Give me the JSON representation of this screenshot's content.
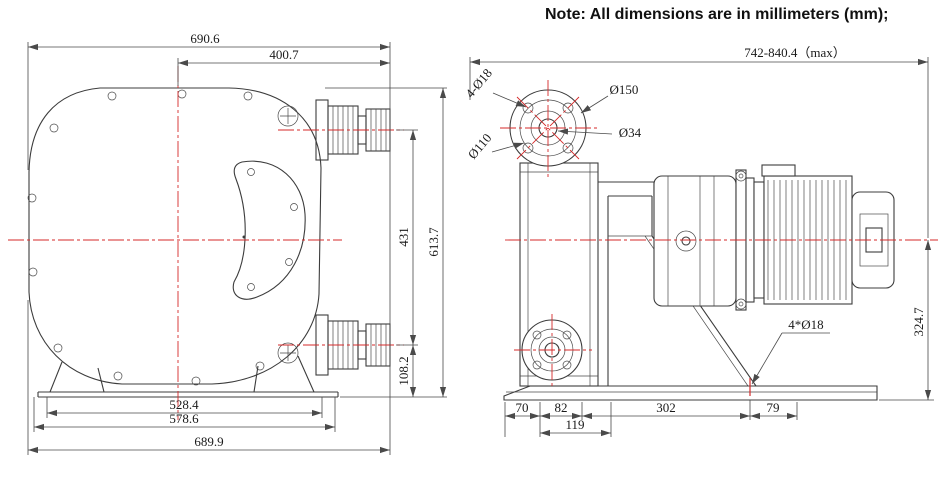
{
  "note": "Note: All dimensions are in millimeters (mm);",
  "front_view": {
    "dim_width_overall": "690.6",
    "dim_width_to_port": "400.7",
    "dim_port_spacing": "431",
    "dim_height_overall": "613.7",
    "dim_port_to_base": "108.2",
    "dim_base_inner": "528.4",
    "dim_base_mid": "578.6",
    "dim_base_overall": "689.9"
  },
  "side_view": {
    "dim_length_overall": "742-840.4（max）",
    "label_flange_bolt_holes": "4-Ø18",
    "label_flange_diameter": "Ø150",
    "label_bolt_circle": "Ø110",
    "label_bore": "Ø34",
    "dim_center_height": "324.7",
    "label_base_holes": "4*Ø18",
    "dim_base_1": "70",
    "dim_base_2": "82",
    "dim_base_3": "302",
    "dim_base_4": "79",
    "dim_base_5": "119"
  },
  "colors": {
    "line": "#3c3c3c",
    "centerline": "#d42a2a",
    "text": "#1a1a1a"
  }
}
